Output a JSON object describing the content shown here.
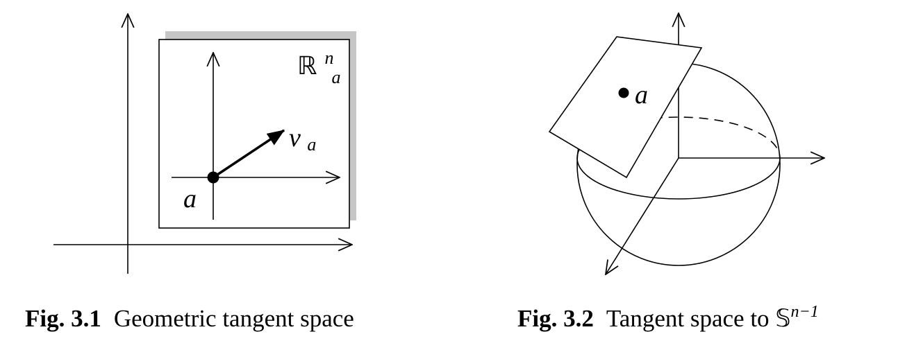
{
  "fig1": {
    "caption_number": "Fig. 3.1",
    "caption_text": "Geometric tangent space",
    "space_symbol": "ℝ",
    "space_sup": "n",
    "space_sub": "a",
    "vector_main": "v",
    "vector_sub": "a",
    "point_label": "a"
  },
  "fig2": {
    "caption_number": "Fig. 3.2",
    "caption_text": "Tangent space to ",
    "caption_symbol": "𝕊",
    "caption_exp": "n−1",
    "point_label": "a"
  }
}
